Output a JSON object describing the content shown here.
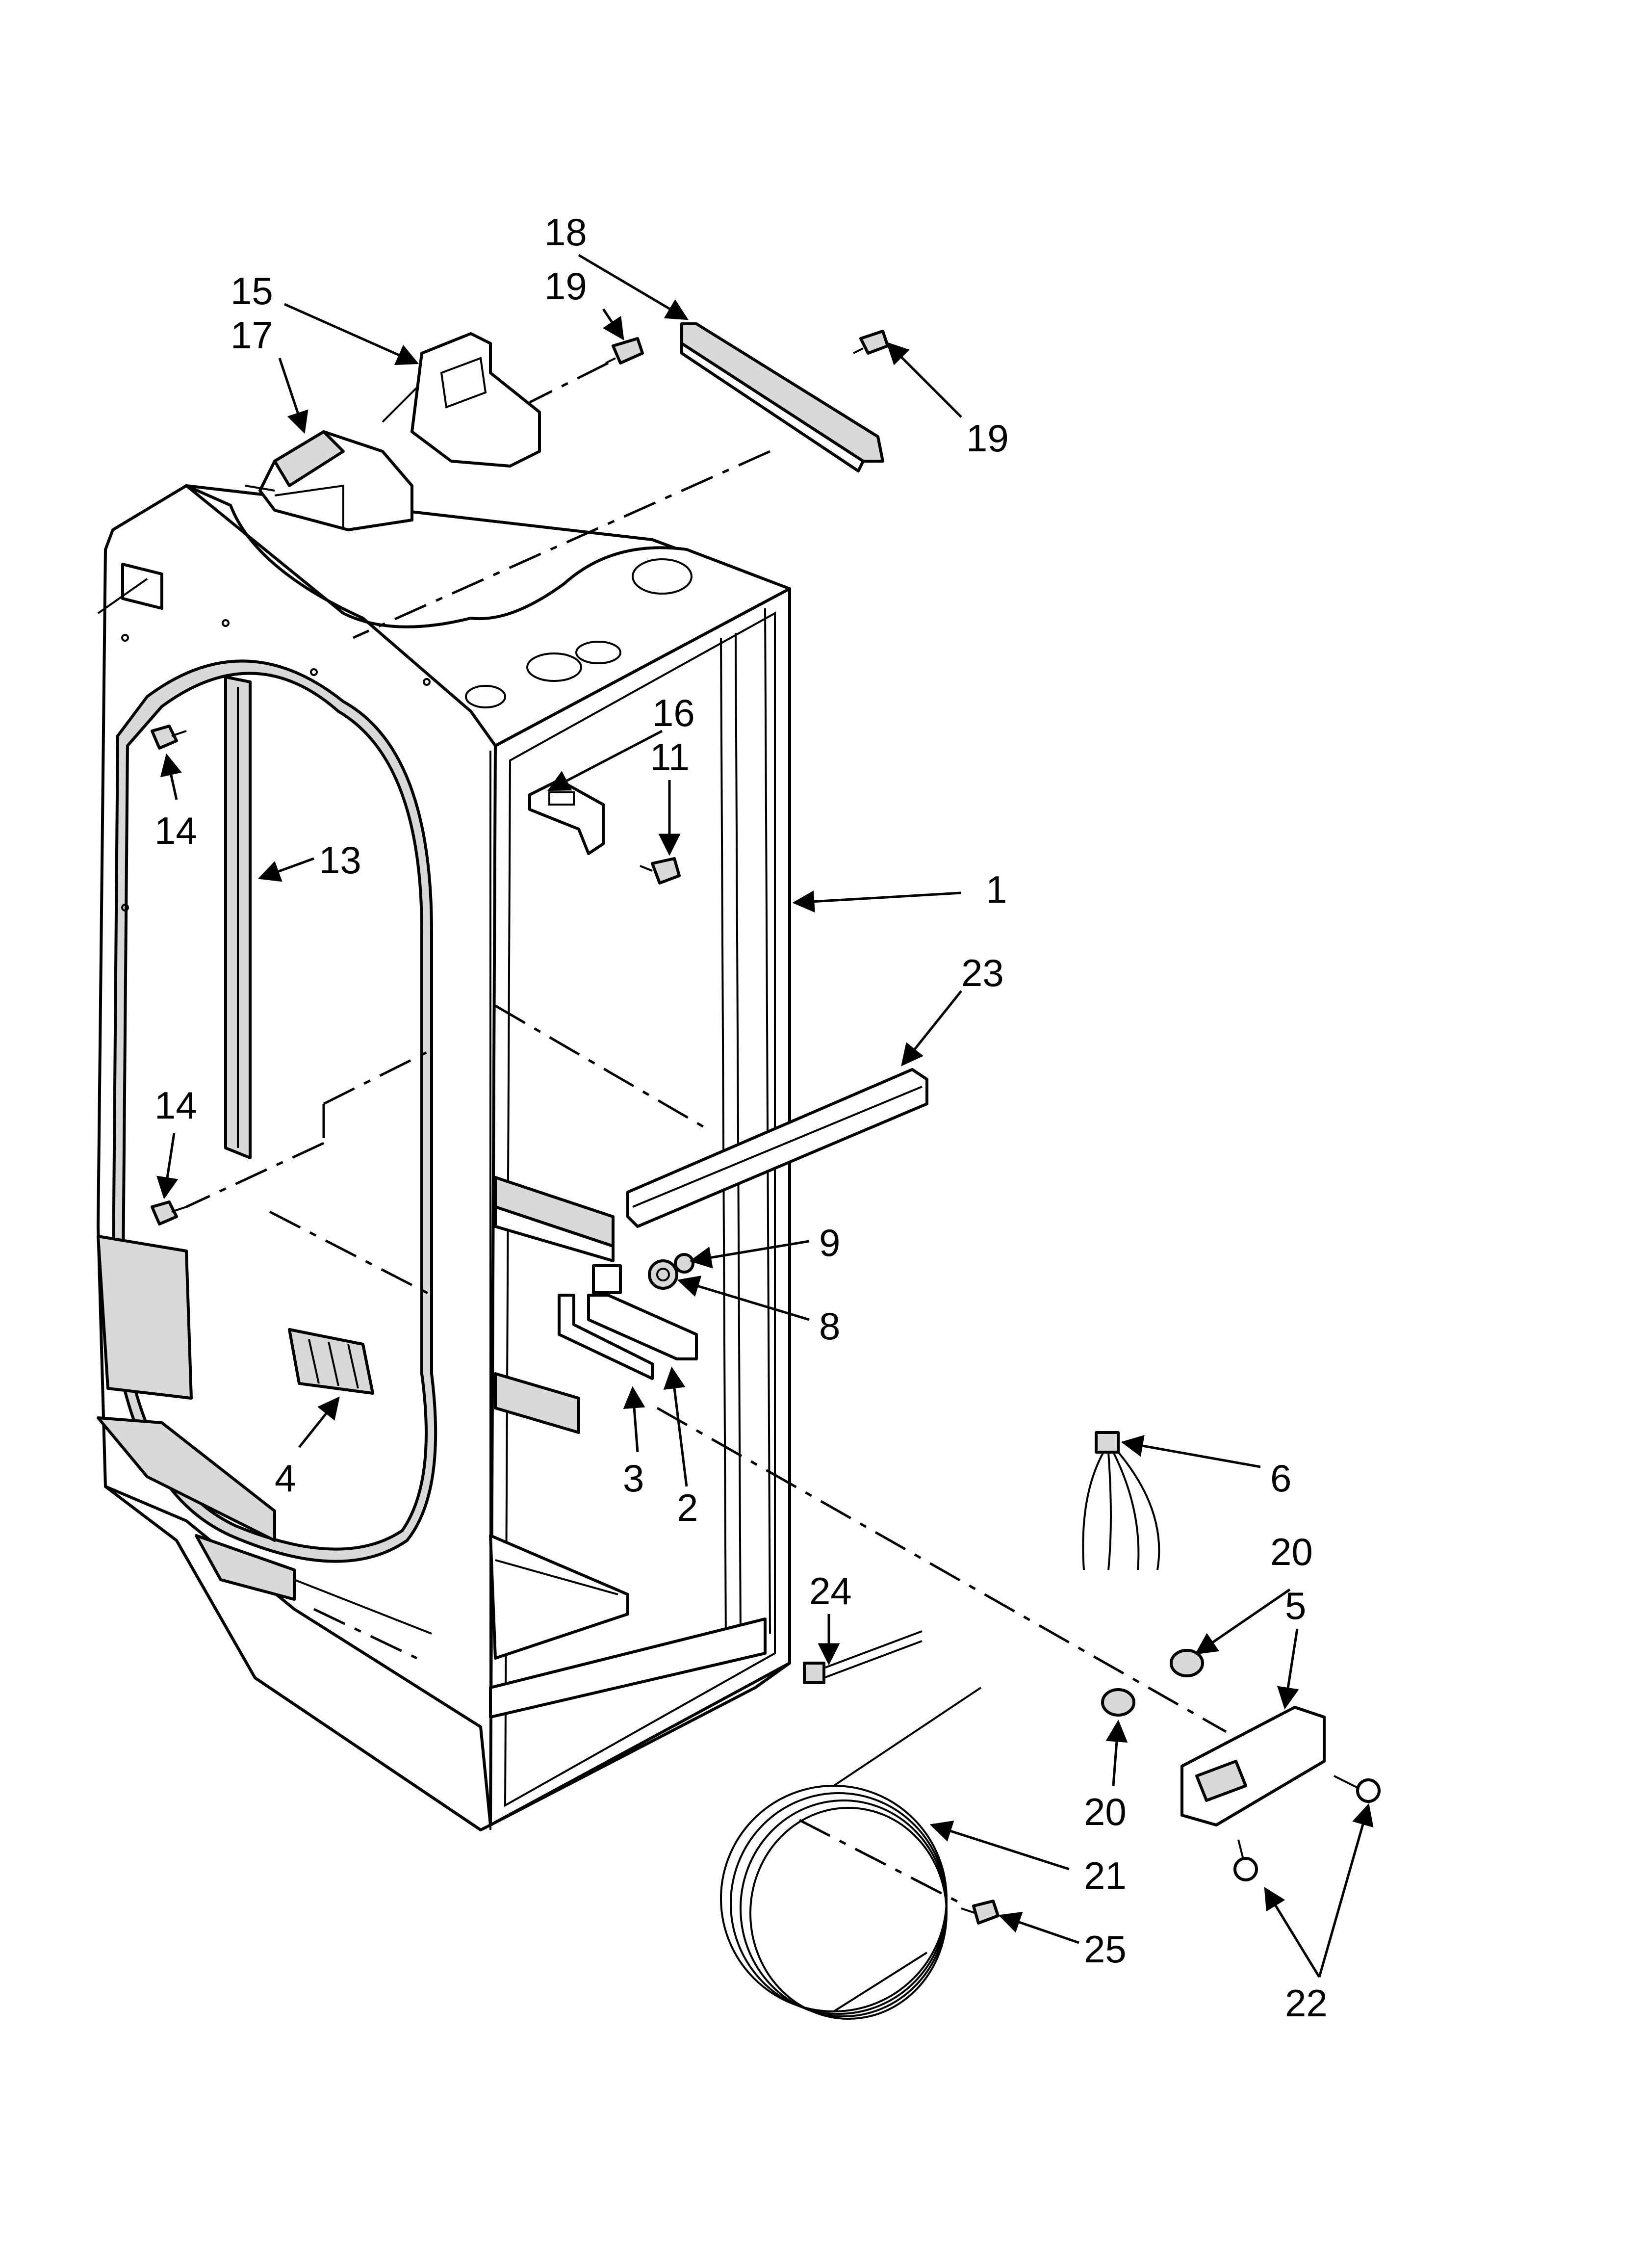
{
  "callouts": [
    {
      "id": "c1",
      "label": "1"
    },
    {
      "id": "c2",
      "label": "2"
    },
    {
      "id": "c3",
      "label": "3"
    },
    {
      "id": "c4",
      "label": "4"
    },
    {
      "id": "c5",
      "label": "5"
    },
    {
      "id": "c6",
      "label": "6"
    },
    {
      "id": "c8",
      "label": "8"
    },
    {
      "id": "c9",
      "label": "9"
    },
    {
      "id": "c11",
      "label": "11"
    },
    {
      "id": "c13",
      "label": "13"
    },
    {
      "id": "c14a",
      "label": "14"
    },
    {
      "id": "c14b",
      "label": "14"
    },
    {
      "id": "c15",
      "label": "15"
    },
    {
      "id": "c16",
      "label": "16"
    },
    {
      "id": "c17",
      "label": "17"
    },
    {
      "id": "c18",
      "label": "18"
    },
    {
      "id": "c19a",
      "label": "19"
    },
    {
      "id": "c19b",
      "label": "19"
    },
    {
      "id": "c20a",
      "label": "20"
    },
    {
      "id": "c20b",
      "label": "20"
    },
    {
      "id": "c21",
      "label": "21"
    },
    {
      "id": "c22",
      "label": "22"
    },
    {
      "id": "c23",
      "label": "23"
    },
    {
      "id": "c24",
      "label": "24"
    },
    {
      "id": "c25",
      "label": "25"
    }
  ]
}
